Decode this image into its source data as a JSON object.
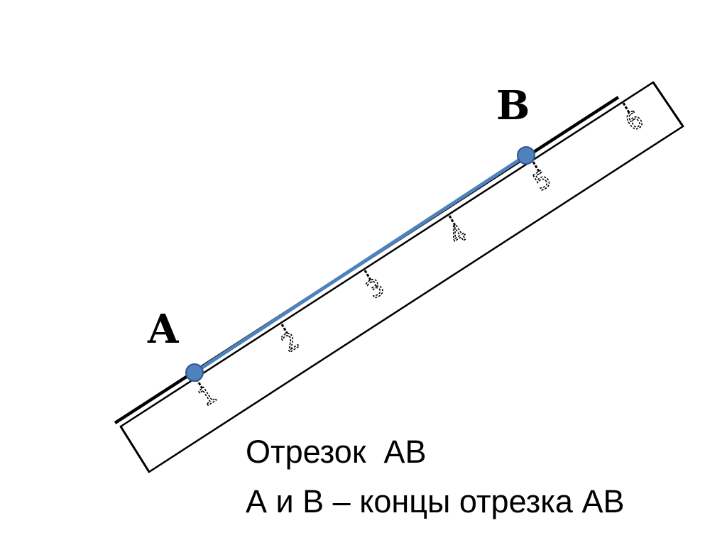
{
  "points": {
    "start": {
      "label": "A",
      "color": "#4F81BD"
    },
    "end": {
      "label": "B",
      "color": "#4F81BD"
    }
  },
  "segment": {
    "color": "#4F81BD"
  },
  "ruler": {
    "tick_labels": [
      "1",
      "2",
      "3",
      "4",
      "5",
      "6"
    ]
  },
  "caption": {
    "line1": "Отрезок  АВ",
    "line2": "А и В – концы отрезка АВ"
  }
}
